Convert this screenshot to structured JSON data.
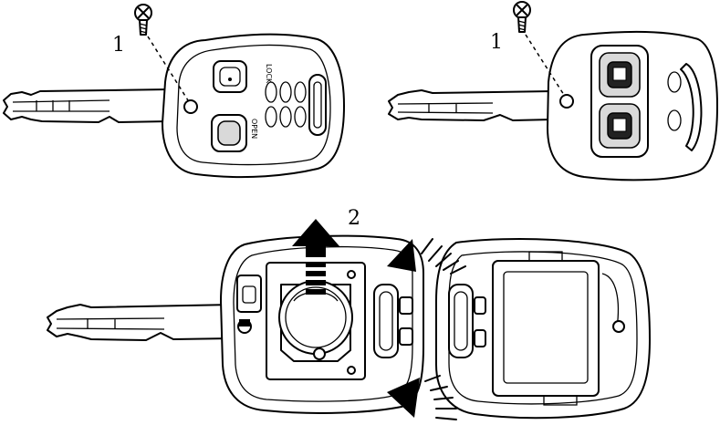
{
  "figure": {
    "callouts": {
      "screw_front": "1",
      "screw_back": "1",
      "battery_step": "2"
    },
    "key_front": {
      "lock_label": "LOCK",
      "open_label": "OPEN"
    },
    "colors": {
      "line": "#000000",
      "paper": "#ffffff",
      "shade": "#d9d9d9"
    }
  }
}
